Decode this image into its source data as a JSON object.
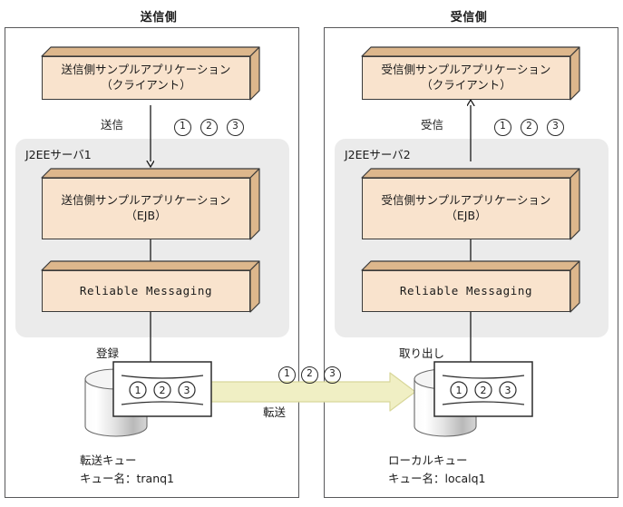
{
  "figure": {
    "sender_side_title": "送信側",
    "receiver_side_title": "受信側"
  },
  "sender": {
    "client_box": {
      "line1": "送信側サンプルアプリケーション",
      "line2": "（クライアント）"
    },
    "send_label": "送信",
    "server_label": "J2EEサーバ1",
    "ejb_box": {
      "line1": "送信側サンプルアプリケーション",
      "line2": "（EJB）"
    },
    "rm_box": {
      "line1": "Reliable Messaging"
    },
    "register_label": "登録",
    "queue_caption_line1": "転送キュー",
    "queue_caption_line2": "キュー名：tranq1",
    "steps": [
      "1",
      "2",
      "3"
    ],
    "card_steps": [
      "1",
      "2",
      "3"
    ]
  },
  "receiver": {
    "client_box": {
      "line1": "受信側サンプルアプリケーション",
      "line2": "（クライアント）"
    },
    "receive_label": "受信",
    "server_label": "J2EEサーバ2",
    "ejb_box": {
      "line1": "受信側サンプルアプリケーション",
      "line2": "（EJB）"
    },
    "rm_box": {
      "line1": "Reliable Messaging"
    },
    "fetch_label": "取り出し",
    "queue_caption_line1": "ローカルキュー",
    "queue_caption_line2": "キュー名：localq1",
    "steps": [
      "1",
      "2",
      "3"
    ],
    "card_steps": [
      "1",
      "2",
      "3"
    ]
  },
  "transfer": {
    "label": "転送",
    "steps": [
      "1",
      "2",
      "3"
    ]
  },
  "colors": {
    "box_face": "#f9e3cd",
    "box_side": "#ddb78c",
    "server_fill": "#ebebeb",
    "transfer_arrow": "#f0efc4",
    "transfer_arrow_stroke": "#d8d79a",
    "outline": "#3a3a3a",
    "panel_border": "#58585a"
  }
}
